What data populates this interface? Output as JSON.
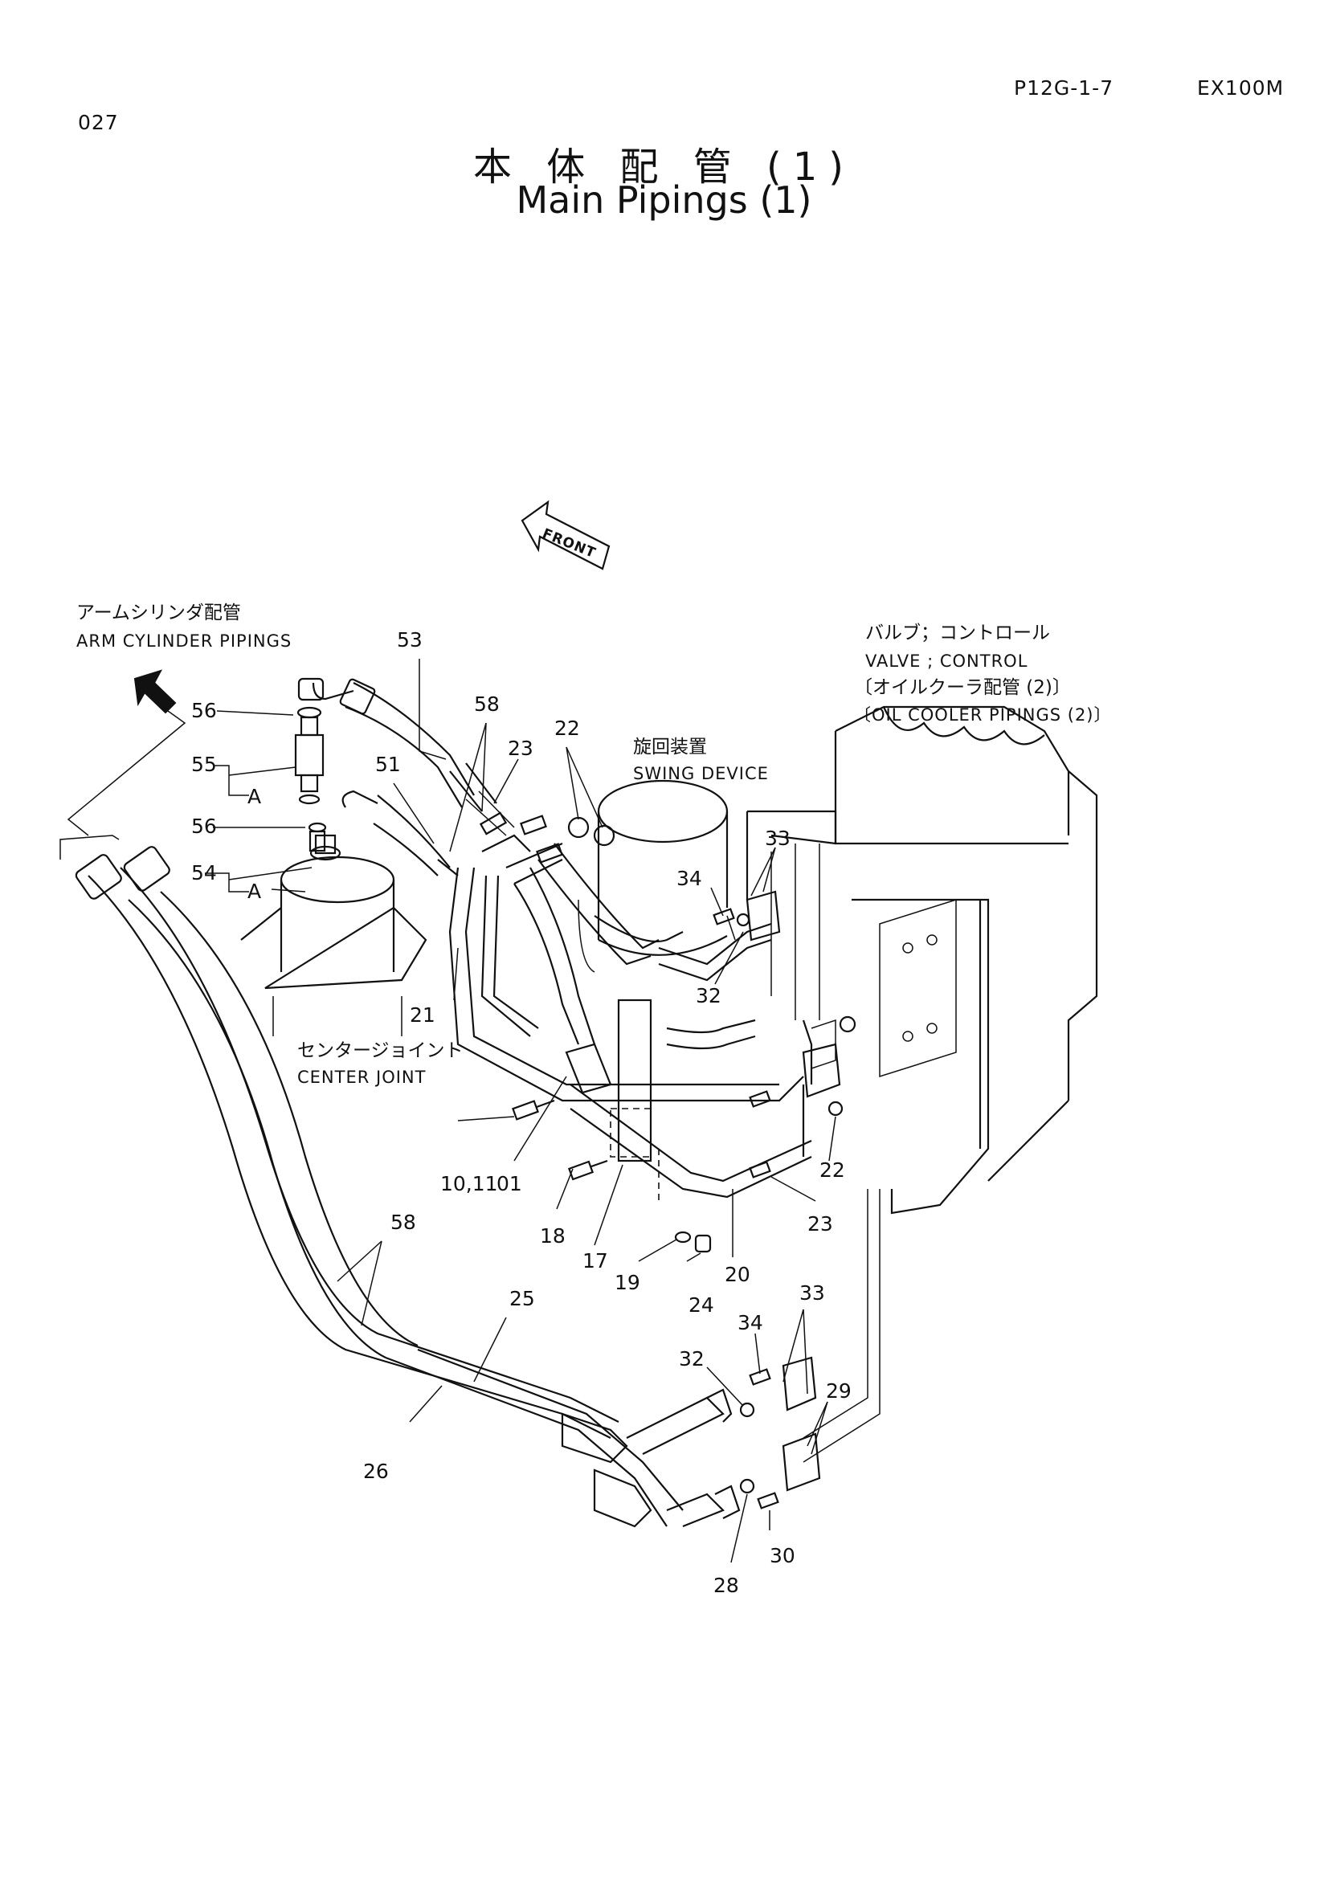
{
  "header": {
    "page_code": "P12G-1-7",
    "model": "EX100M",
    "page_number": "027"
  },
  "title": {
    "japanese": "本 体 配 管 (1)",
    "english": "Main Pipings (1)"
  },
  "labels": {
    "front": "FRONT",
    "arm_jp": "アームシリンダ配管",
    "arm_en": "ARM CYLINDER PIPINGS",
    "valve_jp": "バルブ；コントロール",
    "valve_en": "VALVE ; CONTROL",
    "cooler_jp": "〔オイルクーラ配管 (2)〕",
    "cooler_en": "〔OIL COOLER PIPINGS (2)〕",
    "swing_jp": "旋回装置",
    "swing_en": "SWING DEVICE",
    "center_jp": "センタージョイント",
    "center_en": "CENTER JOINT"
  },
  "callouts": {
    "c53": "53",
    "c58a": "58",
    "c23a": "23",
    "c22a": "22",
    "c56a": "56",
    "c55": "55",
    "cA1": "A",
    "c51": "51",
    "c56b": "56",
    "c54": "54",
    "cA2": "A",
    "c33a": "33",
    "c34a": "34",
    "c32a": "32",
    "c21": "21",
    "c1011": "10,11",
    "c01": "01",
    "c18": "18",
    "c17": "17",
    "c19": "19",
    "c24": "24",
    "c20": "20",
    "c22b": "22",
    "c23b": "23",
    "c58b": "58",
    "c25": "25",
    "c33b": "33",
    "c34b": "34",
    "c32b": "32",
    "c29": "29",
    "c26": "26",
    "c30": "30",
    "c28": "28"
  }
}
